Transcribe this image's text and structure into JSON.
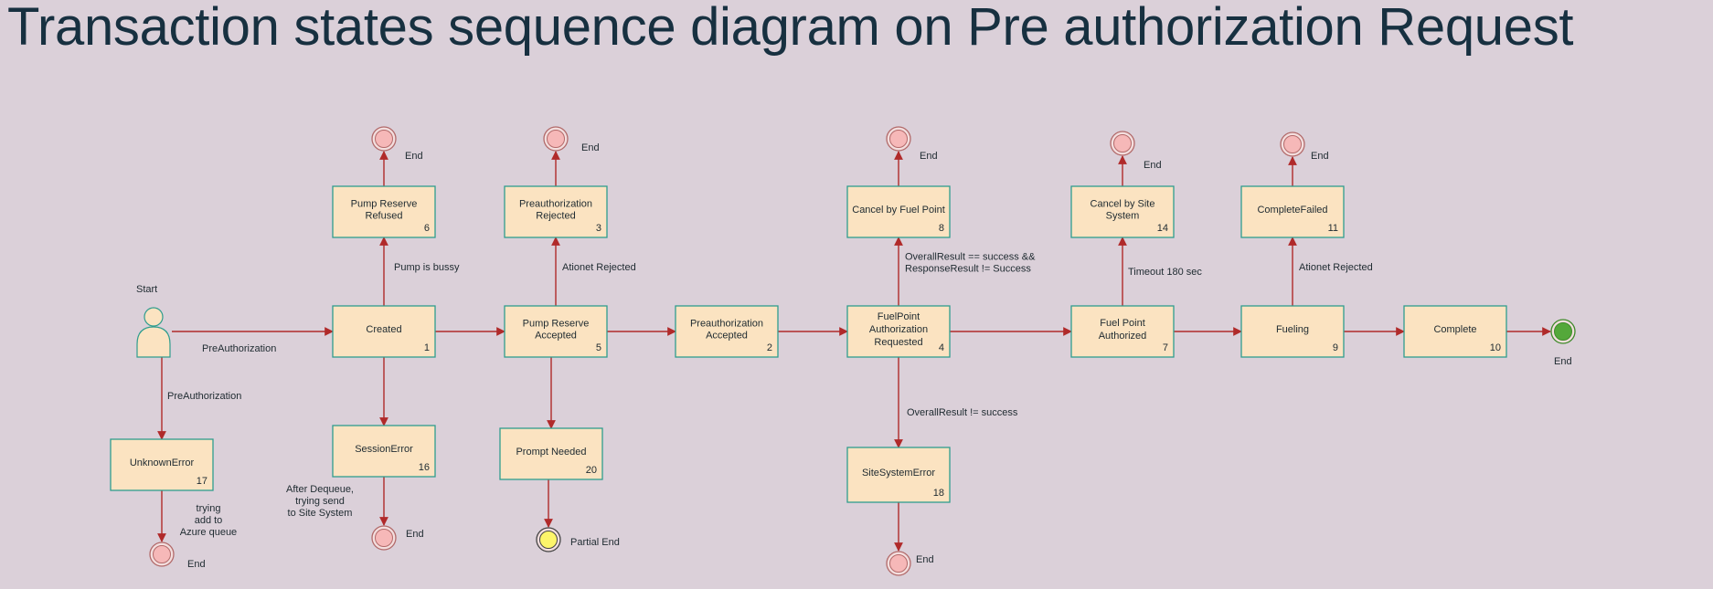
{
  "title": "Transaction states sequence diagram on Pre authorization Request",
  "colors": {
    "background": "#dbd0d9",
    "box_fill": "#fbe3c1",
    "box_stroke": "#2f9d8e",
    "arrow": "#b02a2a",
    "end_fill": "#f6b8b8",
    "partial_end_fill": "#fdf56a",
    "final_end_fill": "#54a83a"
  },
  "start": {
    "label": "Start",
    "icon": "actor-icon"
  },
  "states": [
    {
      "id": "created",
      "name": "Created",
      "num": "1"
    },
    {
      "id": "pump_reserve_accepted",
      "name": "Pump Reserve\nAccepted",
      "num": "5"
    },
    {
      "id": "preauth_accepted",
      "name": "Preauthorization\nAccepted",
      "num": "2"
    },
    {
      "id": "fuelpoint_auth_requested",
      "name": "FuelPoint\nAuthorization\nRequested",
      "num": "4"
    },
    {
      "id": "fuel_point_authorized",
      "name": "Fuel Point\nAuthorized",
      "num": "7"
    },
    {
      "id": "fueling",
      "name": "Fueling",
      "num": "9"
    },
    {
      "id": "complete",
      "name": "Complete",
      "num": "10"
    },
    {
      "id": "pump_reserve_refused",
      "name": "Pump Reserve\nRefused",
      "num": "6"
    },
    {
      "id": "preauth_rejected",
      "name": "Preauthorization\nRejected",
      "num": "3"
    },
    {
      "id": "cancel_by_fuel_point",
      "name": "Cancel by Fuel Point",
      "num": "8"
    },
    {
      "id": "cancel_by_site_system",
      "name": "Cancel by Site\nSystem",
      "num": "14"
    },
    {
      "id": "complete_failed",
      "name": "CompleteFailed",
      "num": "11"
    },
    {
      "id": "unknown_error",
      "name": "UnknownError",
      "num": "17"
    },
    {
      "id": "session_error",
      "name": "SessionError",
      "num": "16"
    },
    {
      "id": "prompt_needed",
      "name": "Prompt Needed",
      "num": "20"
    },
    {
      "id": "site_system_error",
      "name": "SiteSystemError",
      "num": "18"
    }
  ],
  "terminals": {
    "end": "End",
    "partial_end": "Partial End"
  },
  "edge_labels": {
    "start_to_created": "PreAuthorization",
    "start_to_unknown": "PreAuthorization",
    "pump_is_bussy": "Pump is bussy",
    "ationet_rejected_1": "Ationet Rejected",
    "overall_success_resp_fail": "OverallResult == success &&\nResponseResult != Success",
    "overall_not_success": "OverallResult != success",
    "timeout": "Timeout 180 sec",
    "ationet_rejected_2": "Ationet Rejected",
    "trying_add_queue": "trying\nadd to\nAzure queue",
    "after_dequeue": "After Dequeue,\ntrying send\nto Site System"
  }
}
